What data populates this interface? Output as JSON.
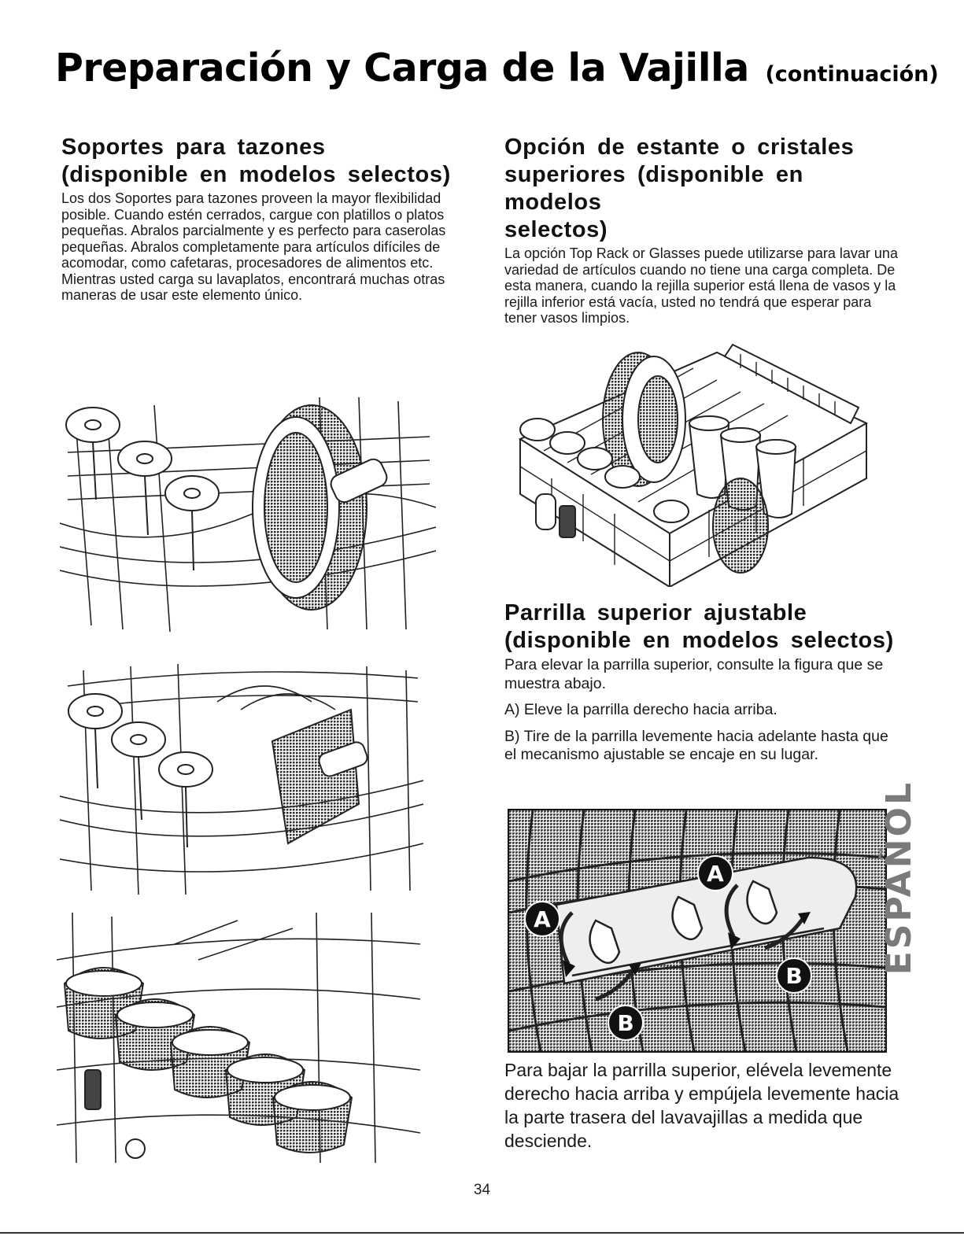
{
  "header": {
    "title": "Preparación y Carga de la Vajilla",
    "title_suffix": "(continuación)"
  },
  "bowl_holders": {
    "heading_line1": "Soportes para tazones",
    "heading_line2": "(disponible en modelos selectos)",
    "body": "Los dos Soportes para tazones proveen la mayor flexibilidad posible. Cuando estén cerrados, cargue con platillos o platos pequeñas. Abralos parcialmente y es perfecto para caserolas pequeñas. Abralos completamente para artículos difíciles de acomodar, como cafetaras, procesadores de alimentos etc. Mientras usted carga su lavaplatos, encontrará muchas otras maneras de usar este elemento único."
  },
  "top_rack_option": {
    "heading_line1": "Opción de estante o cristales",
    "heading_line2": "superiores (disponible en modelos",
    "heading_line3": "selectos)",
    "body": "La opción Top Rack or Glasses puede utilizarse para lavar una variedad de artículos cuando no tiene una carga completa.  De esta manera, cuando la rejilla superior está llena de vasos y la rejilla inferior está vacía, usted no tendrá que esperar para tener vasos limpios."
  },
  "adjustable_rack": {
    "heading_line1": "Parrilla superior ajustable",
    "heading_line2": "(disponible en modelos selectos)",
    "intro": "Para elevar la parrilla superior, consulte la figura que se muestra abajo.",
    "step_a": "A) Eleve la parrilla derecho hacia arriba.",
    "step_b": "B) Tire de la parrilla levemente hacia adelante hasta que el mecanismo ajustable se encaje en su lugar.",
    "callout_a": "A",
    "callout_b": "B",
    "lower_text": "Para bajar la parrilla superior, elévela levemente derecho hacia arriba y empújela levemente hacia la parte trasera del lavavajillas a medida que desciende."
  },
  "side_tab": {
    "label": "ESPAÑOL"
  },
  "footer": {
    "page_number": "34"
  },
  "colors": {
    "text": "#111111",
    "tab_gray": "#7a7a7a",
    "callout_fill": "#111111"
  }
}
